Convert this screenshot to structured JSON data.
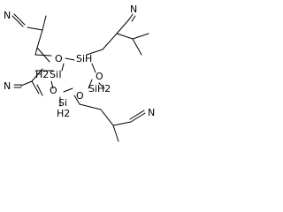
{
  "molecule": {
    "ring_atoms": {
      "o_top": "O",
      "si_top": "SiH",
      "si_left": "Si",
      "h2_left": "H2",
      "o_right": "O",
      "si_right": "SiH2",
      "o_left": "O",
      "si_bottom": "Si",
      "h2_bottom": "H2",
      "o_bottom": "O"
    },
    "nitrile_labels": {
      "top_left": "N",
      "top_right": "N",
      "middle_left": "N",
      "bottom_right": "N"
    }
  },
  "colors": {
    "ink": "#000000",
    "background": "#ffffff"
  }
}
